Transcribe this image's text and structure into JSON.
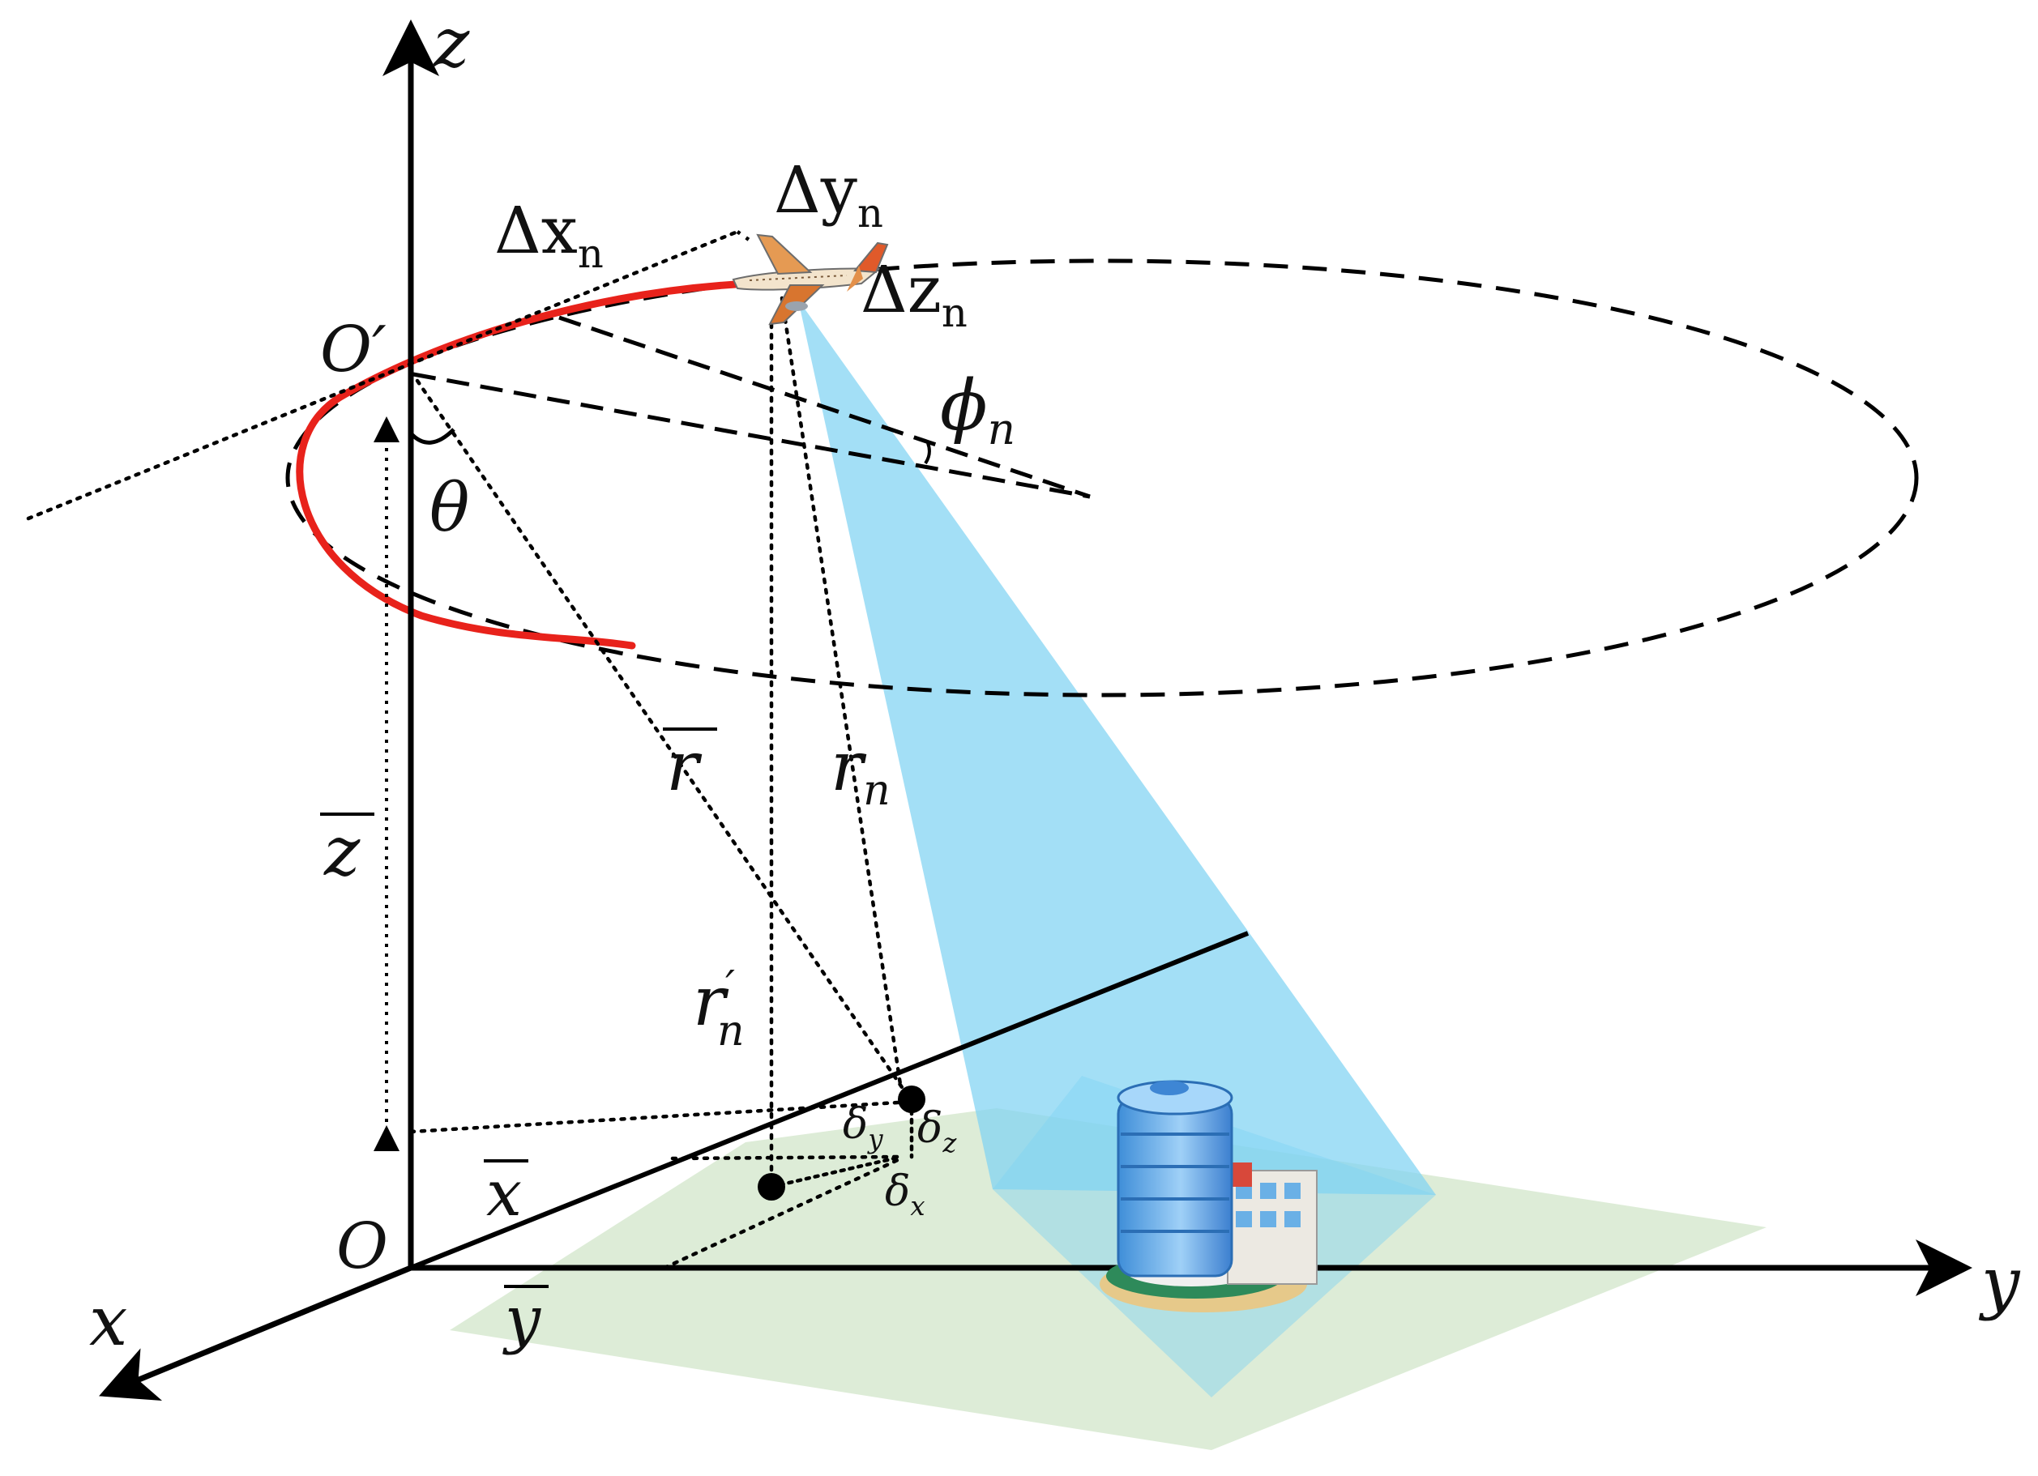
{
  "colors": {
    "trajectory": "#e8221b",
    "beam": "#7fd3f2",
    "ground": "#d9ead3",
    "axes": "#000000"
  },
  "axes": {
    "x": "x",
    "y": "y",
    "z": "z",
    "origin": "O",
    "orbit_center": "O′"
  },
  "labels": {
    "theta": "θ",
    "phi_n": {
      "base": "ϕ",
      "sub": "n"
    },
    "delta_x_n": {
      "base": "Δx",
      "sub": "n"
    },
    "delta_y_n": {
      "base": "Δy",
      "sub": "n"
    },
    "delta_z_n": {
      "base": "Δz",
      "sub": "n"
    },
    "r_bar": "r",
    "r_n": {
      "base": "r",
      "sub": "n"
    },
    "r_n_prime": {
      "base": "r",
      "sup": "′",
      "sub": "n"
    },
    "x_bar": "x",
    "y_bar": "y",
    "z_bar": "z",
    "delta_x": {
      "base": "δ",
      "sub": "x"
    },
    "delta_y": {
      "base": "δ",
      "sub": "y"
    },
    "delta_z": {
      "base": "δ",
      "sub": "z"
    }
  },
  "icons": {
    "aircraft": "airplane-icon",
    "target": "building-icon"
  }
}
